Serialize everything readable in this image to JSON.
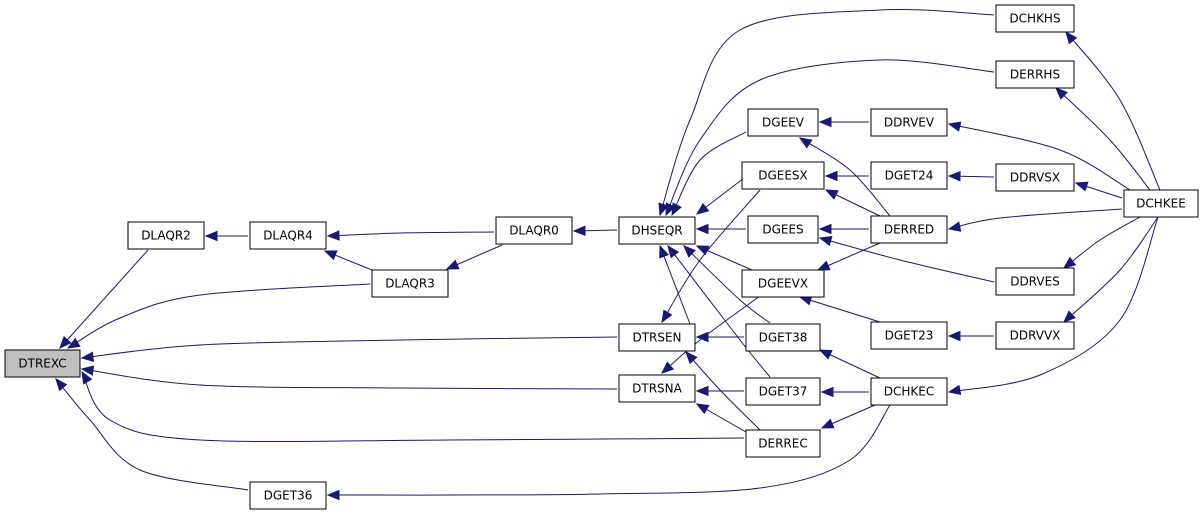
{
  "graph": {
    "edge_color": "#191970",
    "root_fill": "#bfbfbf",
    "nodes": {
      "DTREXC": "DTREXC",
      "DLAQR2": "DLAQR2",
      "DLAQR4": "DLAQR4",
      "DLAQR3": "DLAQR3",
      "DLAQR0": "DLAQR0",
      "DHSEQR": "DHSEQR",
      "DTRSEN": "DTRSEN",
      "DTRSNA": "DTRSNA",
      "DGET36": "DGET36",
      "DGEEV": "DGEEV",
      "DGEESX": "DGEESX",
      "DGEES": "DGEES",
      "DGEEVX": "DGEEVX",
      "DGET38": "DGET38",
      "DGET37": "DGET37",
      "DERREC": "DERREC",
      "DDRVEV": "DDRVEV",
      "DGET24": "DGET24",
      "DERRED": "DERRED",
      "DGET23": "DGET23",
      "DCHKEC": "DCHKEC",
      "DCHKHS": "DCHKHS",
      "DERRHS": "DERRHS",
      "DDRVSX": "DDRVSX",
      "DDRVES": "DDRVES",
      "DDRVVX": "DDRVVX",
      "DCHKEE": "DCHKEE"
    }
  }
}
